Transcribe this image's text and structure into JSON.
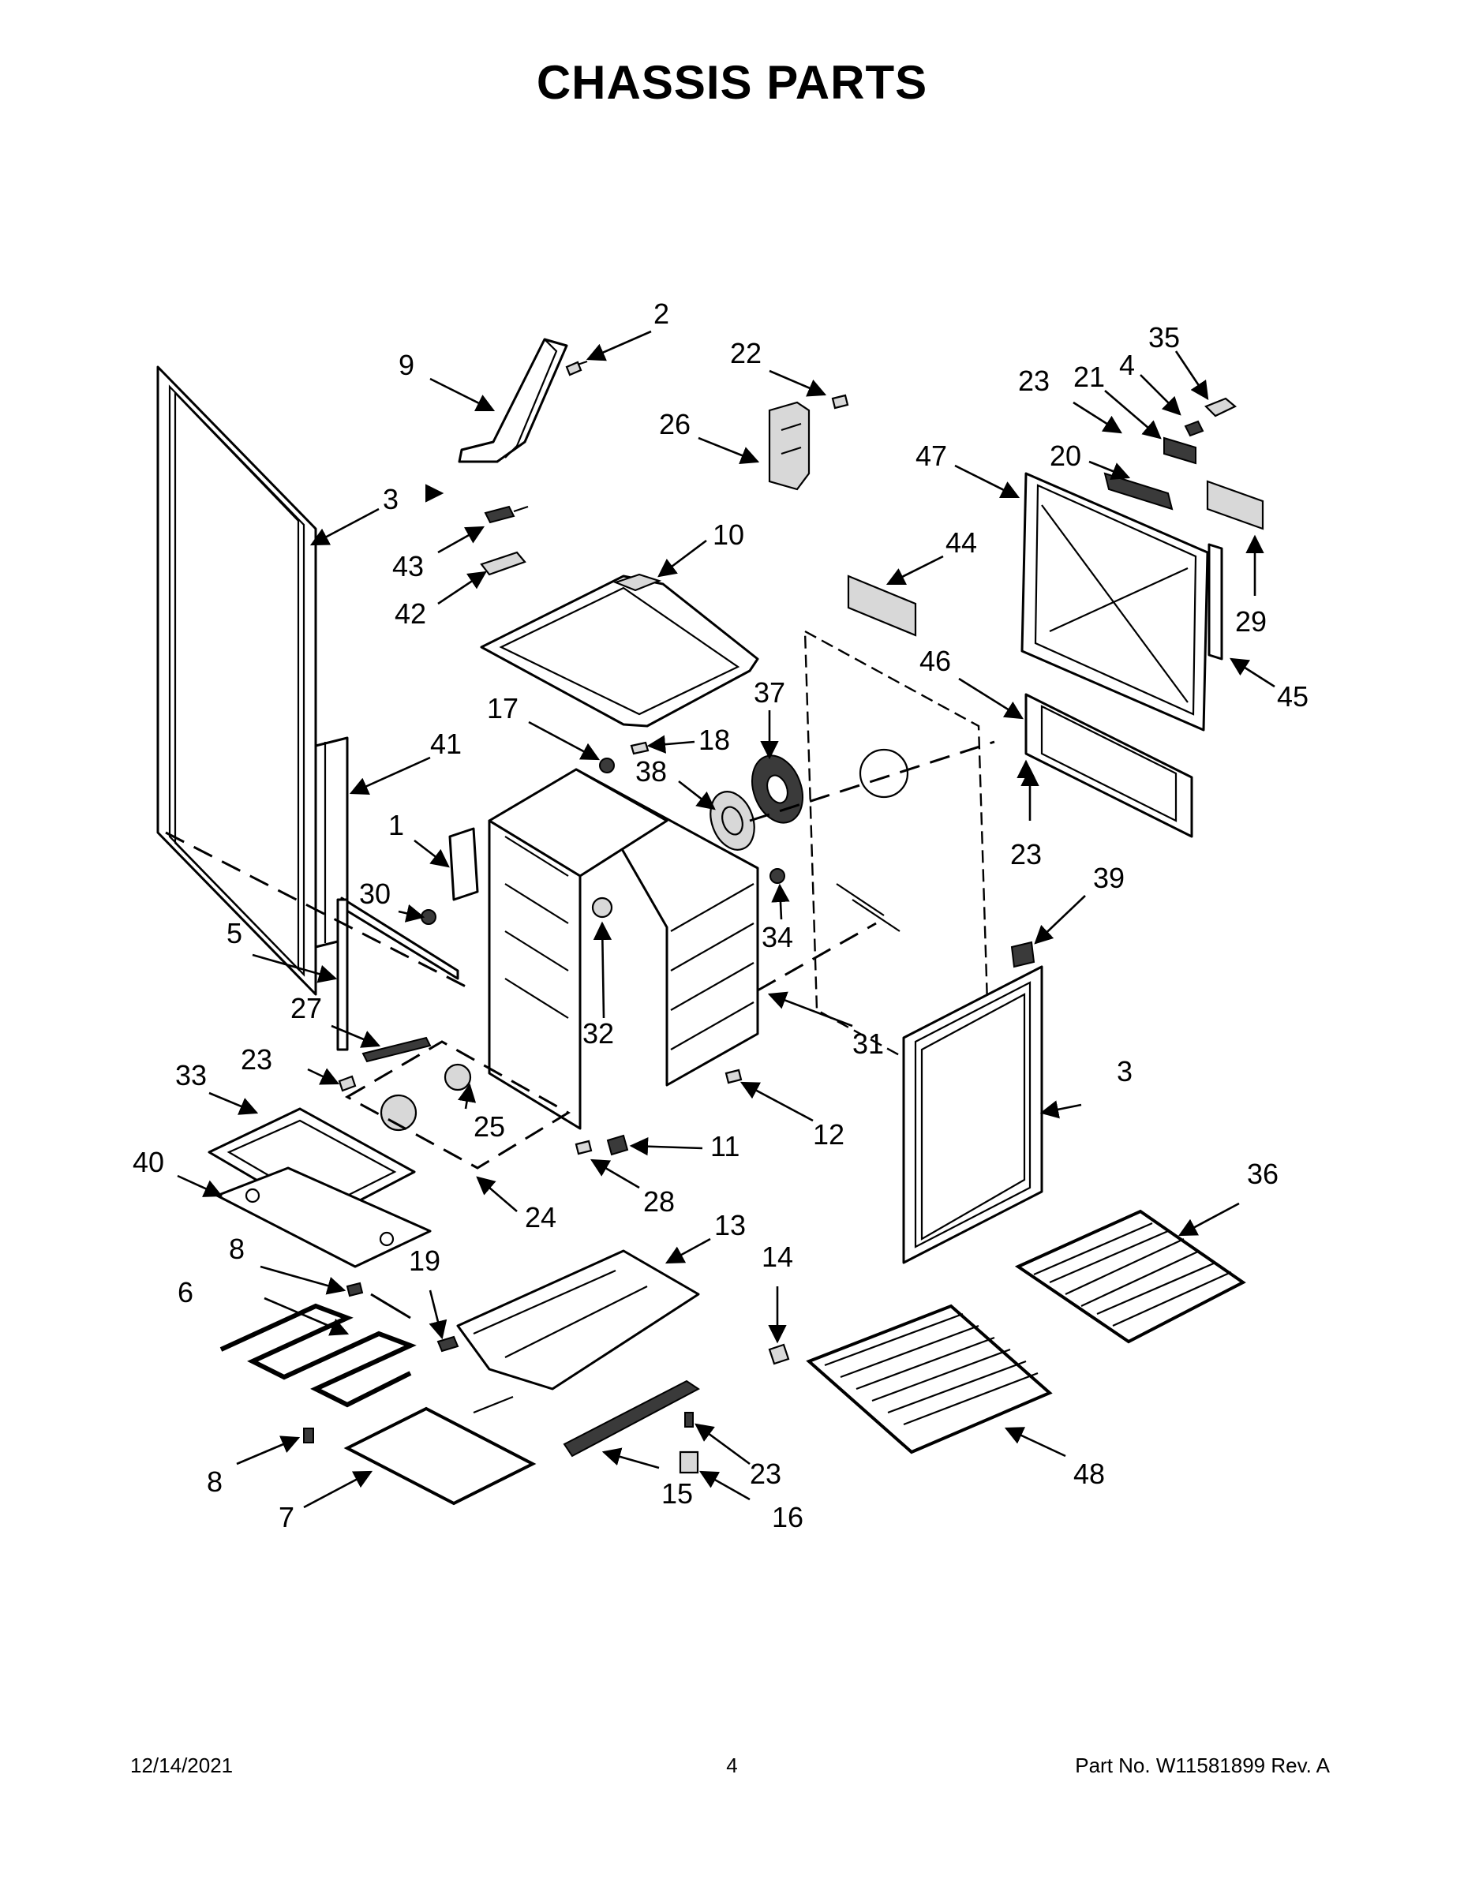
{
  "page": {
    "title": "CHASSIS PARTS",
    "footer": {
      "date": "12/14/2021",
      "page_number": "4",
      "part_number": "Part No.  W11581899  Rev.  A"
    }
  },
  "callouts": [
    "1",
    "2",
    "3",
    "3",
    "4",
    "5",
    "6",
    "7",
    "8",
    "8",
    "9",
    "10",
    "11",
    "12",
    "13",
    "14",
    "15",
    "16",
    "17",
    "18",
    "19",
    "20",
    "21",
    "22",
    "23",
    "23",
    "23",
    "23",
    "23",
    "24",
    "25",
    "26",
    "27",
    "28",
    "29",
    "30",
    "31",
    "32",
    "33",
    "34",
    "35",
    "36",
    "37",
    "38",
    "39",
    "40",
    "41",
    "42",
    "43",
    "44",
    "45",
    "46",
    "47",
    "48"
  ]
}
